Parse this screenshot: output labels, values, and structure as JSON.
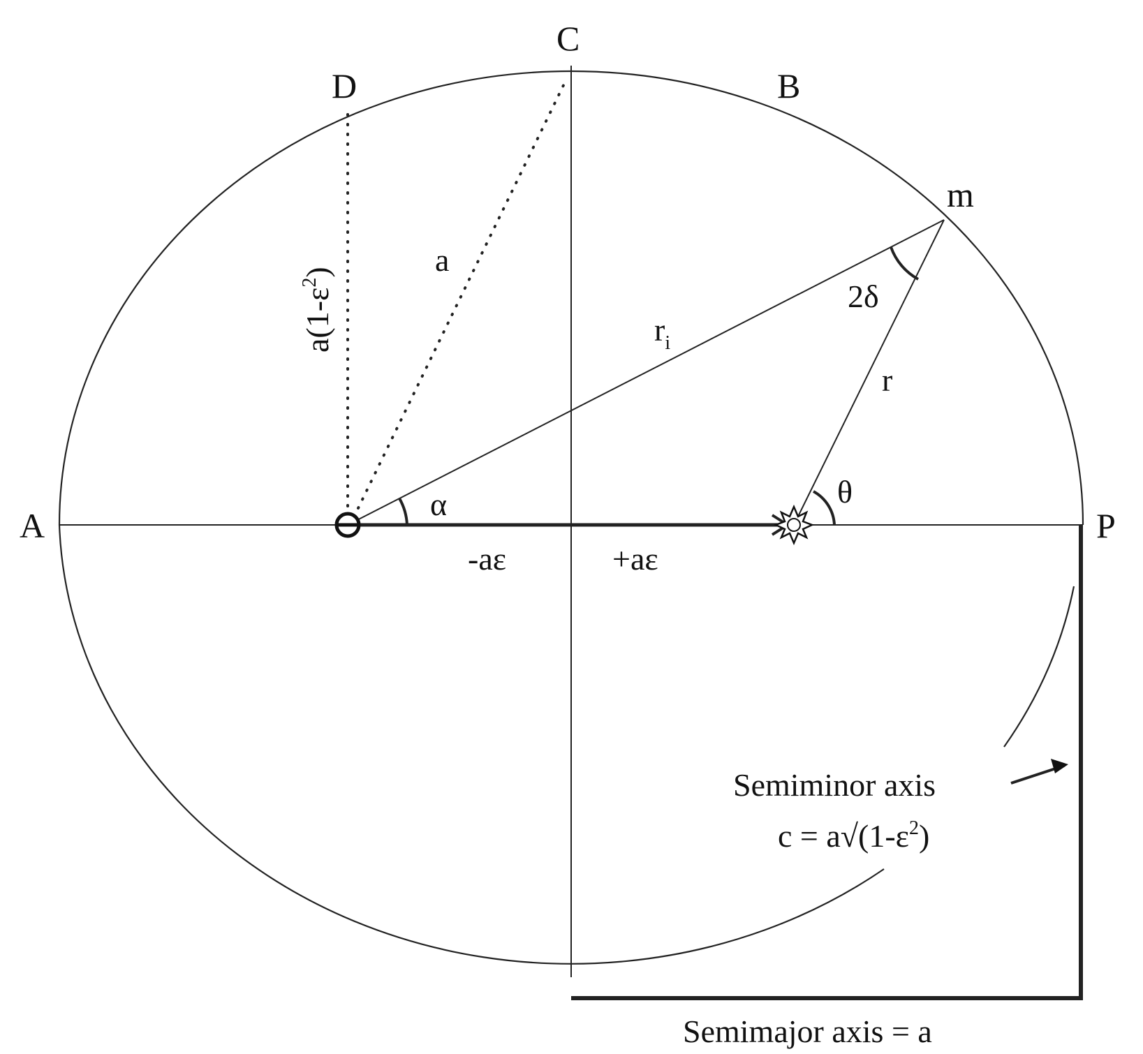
{
  "points": {
    "A": "A",
    "B": "B",
    "C": "C",
    "D": "D",
    "P": "P",
    "m": "m"
  },
  "segments": {
    "semi_latus_rectum": "a(1-ε²)",
    "a_base": "a(1-ε",
    "a_exp": "2",
    "a_close": ")",
    "dotted_a": "a",
    "r_i_base": "r",
    "r_i_sub": "i",
    "r": "r",
    "neg_ae": "-aε",
    "pos_ae": "+aε"
  },
  "angles": {
    "alpha": "α",
    "theta": "θ",
    "two_delta": "2δ"
  },
  "annotations": {
    "semiminor_title": "Semiminor axis",
    "semiminor_formula": "c = a√(1-ε²)",
    "semiminor_base": "c = a√(1-ε",
    "semiminor_exp": "2",
    "semiminor_close": ")",
    "semimajor": "Semimajor axis = a"
  },
  "colors": {
    "line": "#222222",
    "text": "#111111",
    "background": "#ffffff"
  },
  "icons": {
    "empty_focus": "circled-theta-icon",
    "star_focus": "sun-star-icon"
  }
}
